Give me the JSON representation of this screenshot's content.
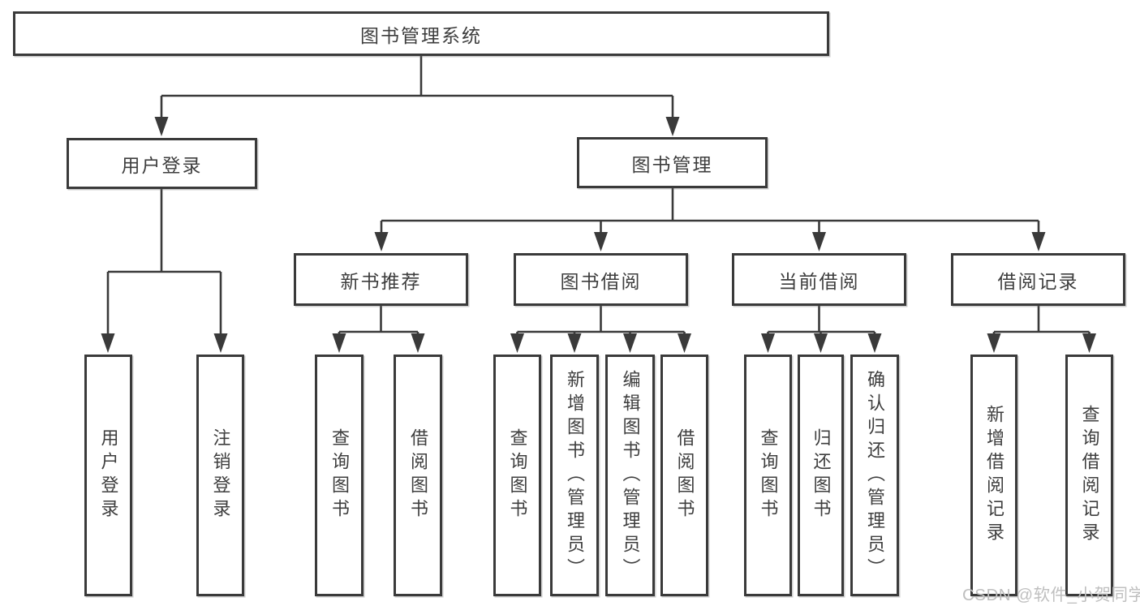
{
  "diagram": {
    "type": "hierarchy-tree",
    "title": "图书管理系统",
    "watermark": "CSDN @软件_小贺同学",
    "colors": {
      "background": "#ffffff",
      "line": "#3a3a3a",
      "box_border": "#3a3a3a",
      "box_fill": "#ffffff",
      "text": "#3e3e3e",
      "watermark_text": "#bfbfbf"
    },
    "structure": {
      "图书管理系统": {
        "用户登录": [
          "用户登录",
          "注销登录"
        ],
        "图书管理": {
          "新书推荐": [
            "查询图书",
            "借阅图书"
          ],
          "图书借阅": [
            "查询图书",
            "新增图书（管理员）",
            "编辑图书（管理员）",
            "借阅图书"
          ],
          "当前借阅": [
            "查询图书",
            "归还图书",
            "确认归还（管理员）"
          ],
          "借阅记录": [
            "新增借阅记录",
            "查询借阅记录"
          ]
        }
      }
    },
    "nodes": {
      "root": {
        "label": "图书管理系统"
      },
      "user_login": {
        "label": "用户登录"
      },
      "book_mgmt": {
        "label": "图书管理"
      },
      "new_book_rec": {
        "label": "新书推荐"
      },
      "book_borrow": {
        "label": "图书借阅"
      },
      "current_borrow": {
        "label": "当前借阅"
      },
      "borrow_record": {
        "label": "借阅记录"
      },
      "leaf_user_login": {
        "label": "用户登录"
      },
      "leaf_logout": {
        "label": "注销登录"
      },
      "leaf_query_book_new": {
        "label": "查询图书"
      },
      "leaf_borrow_book_new": {
        "label": "借阅图书"
      },
      "leaf_query_book_borrow": {
        "label": "查询图书"
      },
      "leaf_add_book_admin": {
        "label": "新增图书（管理员）"
      },
      "leaf_edit_book_admin": {
        "label": "编辑图书（管理员）"
      },
      "leaf_borrow_book_borrow": {
        "label": "借阅图书"
      },
      "leaf_query_book_current": {
        "label": "查询图书"
      },
      "leaf_return_book": {
        "label": "归还图书"
      },
      "leaf_confirm_return_admin": {
        "label": "确认归还（管理员）"
      },
      "leaf_add_borrow_record": {
        "label": "新增借阅记录"
      },
      "leaf_query_borrow_record": {
        "label": "查询借阅记录"
      }
    }
  }
}
